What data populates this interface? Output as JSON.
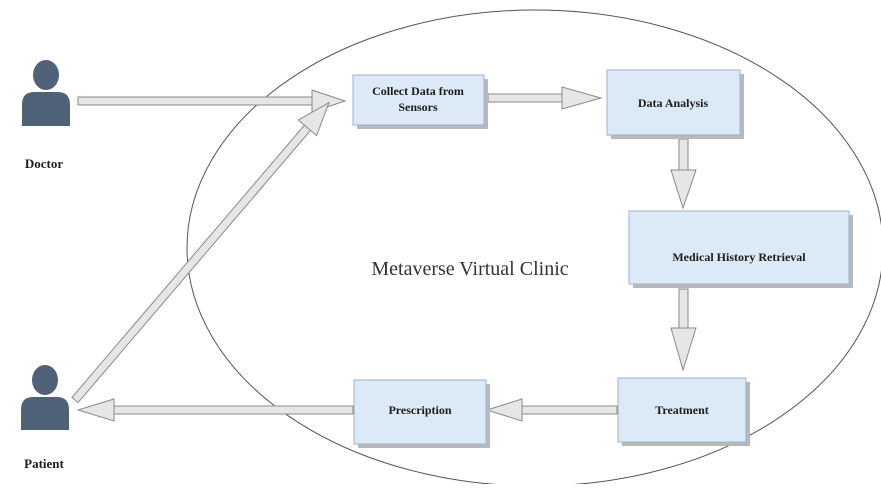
{
  "diagram": {
    "region_label": "Metaverse Virtual Clinic",
    "actors": [
      {
        "id": "doctor",
        "label": "Doctor",
        "icon": "person-icon"
      },
      {
        "id": "patient",
        "label": "Patient",
        "icon": "person-icon"
      }
    ],
    "nodes": [
      {
        "id": "collect",
        "lines": [
          "Collect Data from",
          "Sensors"
        ]
      },
      {
        "id": "analysis",
        "lines": [
          "Data  Analysis"
        ]
      },
      {
        "id": "history",
        "lines": [
          "Medical History Retrieval"
        ]
      },
      {
        "id": "treatment",
        "lines": [
          "Treatment"
        ]
      },
      {
        "id": "prescription",
        "lines": [
          "Prescription"
        ]
      }
    ],
    "edges": [
      {
        "from": "doctor",
        "to": "collect"
      },
      {
        "from": "patient",
        "to": "collect"
      },
      {
        "from": "collect",
        "to": "analysis"
      },
      {
        "from": "analysis",
        "to": "history"
      },
      {
        "from": "history",
        "to": "treatment"
      },
      {
        "from": "treatment",
        "to": "prescription"
      },
      {
        "from": "prescription",
        "to": "patient"
      }
    ],
    "colors": {
      "node_fill": "#dce9f7",
      "node_border": "#9fb4cc",
      "actor": "#4f6277",
      "arrow_fill": "#e6e6e6",
      "arrow_border": "#8a8a8a"
    }
  }
}
